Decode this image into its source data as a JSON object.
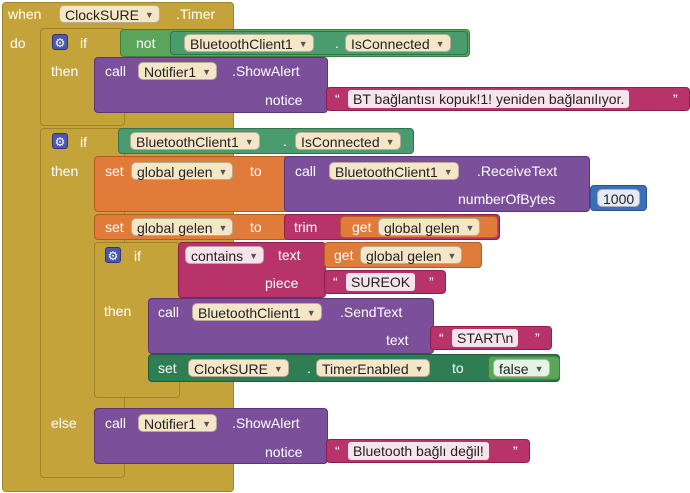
{
  "event": {
    "when": "when",
    "component": "ClockSURE",
    "event_name": ".Timer",
    "do": "do"
  },
  "kw": {
    "if": "if",
    "then": "then",
    "else": "else",
    "not": "not",
    "call": "call",
    "set": "set",
    "to": "to",
    "trim": "trim",
    "get": "get",
    "contains": "contains",
    "text": "text",
    "piece": "piece"
  },
  "if1": {
    "comp": "BluetoothClient1",
    "prop": "IsConnected",
    "alert_comp": "Notifier1",
    "alert_method": ".ShowAlert",
    "notice_label": "notice",
    "notice_text": "BT bağlantısı kopuk!1! yeniden bağlanılıyor."
  },
  "if2": {
    "comp": "BluetoothClient1",
    "prop": "IsConnected",
    "var1": "global gelen",
    "recv_comp": "BluetoothClient1",
    "recv_method": ".ReceiveText",
    "bytes_label": "numberOfBytes",
    "bytes_value": "1000",
    "var2": "global gelen",
    "get_var": "global gelen"
  },
  "if3": {
    "get_var": "global gelen",
    "piece_text": "SUREOK",
    "send_comp": "BluetoothClient1",
    "send_method": ".SendText",
    "send_text": "START\\n",
    "timer_comp": "ClockSURE",
    "timer_prop": "TimerEnabled",
    "bool_value": "false"
  },
  "else_block": {
    "comp": "Notifier1",
    "method": ".ShowAlert",
    "notice_label": "notice",
    "notice_text": "Bluetooth bağlı değil!"
  },
  "colors": {
    "event": "#c4a43a",
    "control": "#c4a43a",
    "logic": "#5ba55b",
    "component": "#4a9b6e",
    "procedure": "#7b4f99",
    "text": "#b8336a",
    "variable": "#e07b39",
    "math": "#3b6fba"
  }
}
